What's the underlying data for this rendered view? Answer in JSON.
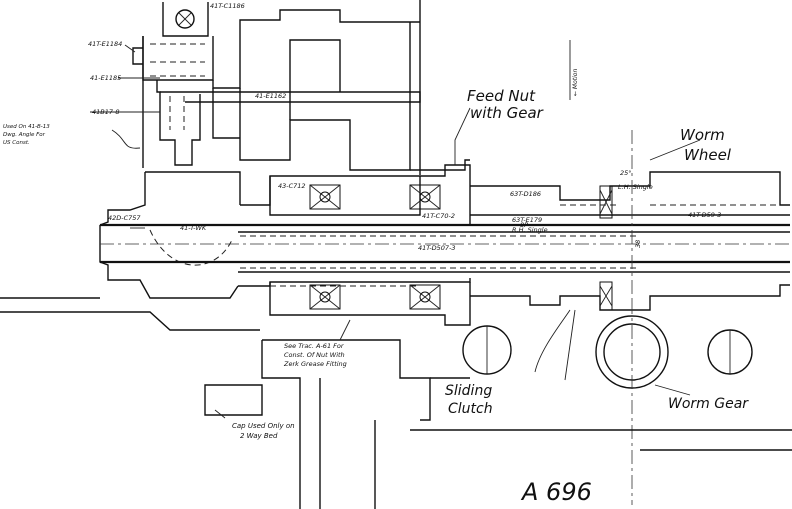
{
  "drawing_number": "A 696",
  "callouts": {
    "feed_nut_line1": "Feed Nut",
    "feed_nut_line2": "with Gear",
    "worm_wheel_line1": "Worm",
    "worm_wheel_line2": "Wheel",
    "sliding_clutch_line1": "Sliding",
    "sliding_clutch_line2": "Clutch",
    "worm_gear": "Worm Gear",
    "cap_line1": "Cap Used Only on",
    "cap_line2": "2 Way Bed",
    "see_trac_line1": "See Trac. A-61 For",
    "see_trac_line2": "Const. Of Nut With",
    "see_trac_line3": "Zerk Grease Fitting",
    "used_on_line1": "Used On 41-B-13",
    "used_on_line2": "Dwg. Angle For",
    "used_on_line3": "US Const.",
    "motion": "← Motion"
  },
  "part_labels": {
    "p1": "41T-C1186",
    "p2": "41T-E1184",
    "p3": "41-E1185",
    "p4": "41-E1162",
    "p5": "41B17-8",
    "p6": "43-C712",
    "p7": "41T-C70-2",
    "p8": "63T-D186",
    "p9": "63T-E179",
    "p10": "41T-D59-3",
    "p11": "41T-D507-3",
    "p12": "42D-C757",
    "p13": "41-T-WK",
    "p14": "R.H. Single",
    "p15": "L.H. Single",
    "p16": "8P",
    "p17": "25°",
    "p18": "38"
  }
}
